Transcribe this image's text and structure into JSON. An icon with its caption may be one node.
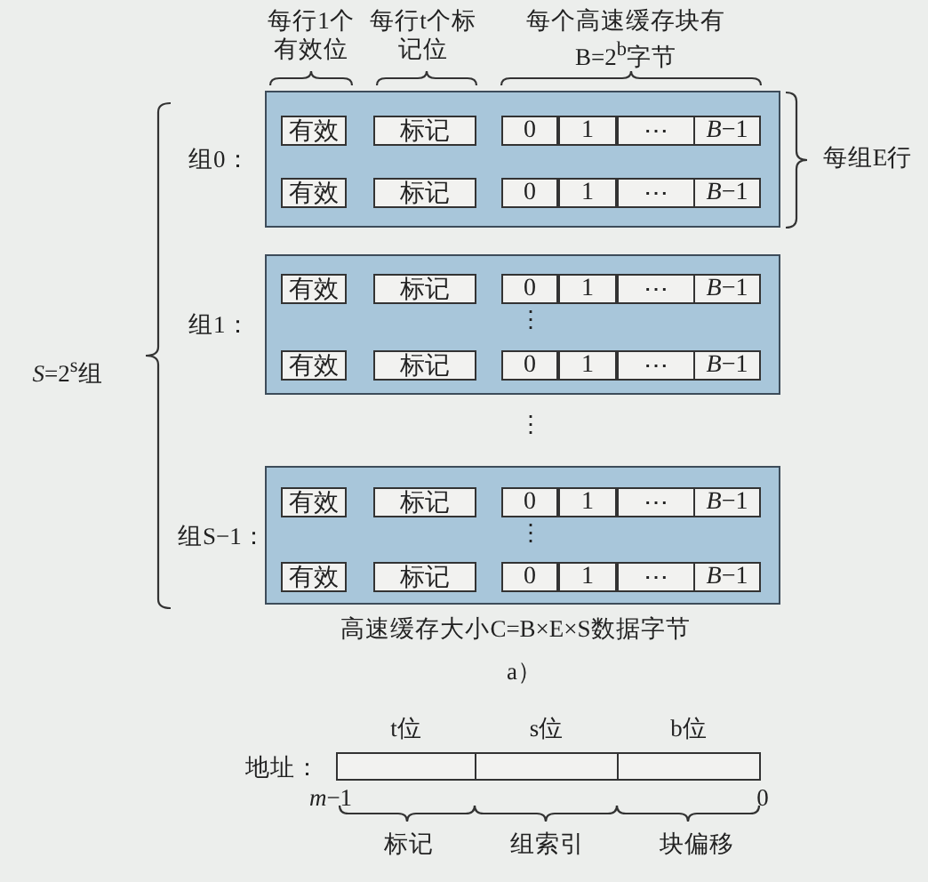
{
  "diagram": {
    "caption": "高速缓存大小C=B×E×S数据字节",
    "nodes": [
      {
        "text": [],
        "shape": "box",
        "beside": [
          "组0："
        ]
      },
      {
        "text": [
          "有效"
        ],
        "in": 0
      },
      {
        "text": [
          "标记"
        ],
        "in": 0
      },
      {
        "text": [
          "0"
        ],
        "in": 0
      },
      {
        "text": [
          "1"
        ],
        "in": 0
      },
      {
        "text": [
          "⋯"
        ],
        "in": 0
      },
      {
        "text": [
          "*B*−1"
        ],
        "in": 0
      },
      {
        "text": [
          "有效"
        ],
        "in": 0
      },
      {
        "text": [
          "标记"
        ],
        "in": 0
      },
      {
        "text": [
          "0"
        ],
        "in": 0
      },
      {
        "text": [
          "1"
        ],
        "in": 0
      },
      {
        "text": [
          "⋯"
        ],
        "in": 0
      },
      {
        "text": [
          "*B*−1"
        ],
        "in": 0
      },
      {
        "text": [],
        "shape": "box",
        "beside": [
          "组1："
        ]
      },
      {
        "text": [
          "有效"
        ],
        "in": 13
      },
      {
        "text": [
          "标记"
        ],
        "in": 13
      },
      {
        "text": [
          "0"
        ],
        "in": 13
      },
      {
        "text": [
          "1"
        ],
        "in": 13
      },
      {
        "text": [
          "⋯"
        ],
        "in": 13
      },
      {
        "text": [
          "*B*−1"
        ],
        "in": 13
      },
      {
        "text": [
          "有效"
        ],
        "in": 13
      },
      {
        "text": [
          "标记"
        ],
        "in": 13
      },
      {
        "text": [
          "0"
        ],
        "in": 13
      },
      {
        "text": [
          "1"
        ],
        "in": 13
      },
      {
        "text": [
          "⋯"
        ],
        "in": 13
      },
      {
        "text": [
          "*B*−1"
        ],
        "in": 13
      },
      {
        "text": [],
        "shape": "box",
        "beside": [
          "组S−1："
        ]
      },
      {
        "text": [
          "有效"
        ],
        "in": 26
      },
      {
        "text": [
          "标记"
        ],
        "in": 26
      },
      {
        "text": [
          "0"
        ],
        "in": 26
      },
      {
        "text": [
          "1"
        ],
        "in": 26
      },
      {
        "text": [
          "⋯"
        ],
        "in": 26
      },
      {
        "text": [
          "*B*−1"
        ],
        "in": 26
      },
      {
        "text": [
          "有效"
        ],
        "in": 26
      },
      {
        "text": [
          "标记"
        ],
        "in": 26
      },
      {
        "text": [
          "0"
        ],
        "in": 26
      },
      {
        "text": [
          "1"
        ],
        "in": 26
      },
      {
        "text": [
          "⋯"
        ],
        "in": 26
      },
      {
        "text": [
          "*B*−1"
        ],
        "in": 26
      },
      {
        "text": [],
        "shape": "box",
        "beside": [
          "t位"
        ]
      },
      {
        "text": [],
        "shape": "box",
        "beside": [
          "s位"
        ]
      },
      {
        "text": [],
        "shape": "box",
        "beside": [
          "b位"
        ]
      }
    ],
    "edges": [],
    "labels": [
      "每行1个有效位",
      "每行t个标记位",
      "每个高速缓存块有B=2$^{b}$字节",
      "每组E行",
      "*S*=2$^{s}$组",
      "⋮",
      "⋮",
      "⋮",
      "a）",
      "地址：",
      "*m*−1",
      "0",
      "标记",
      "组索引",
      "块偏移"
    ]
  }
}
